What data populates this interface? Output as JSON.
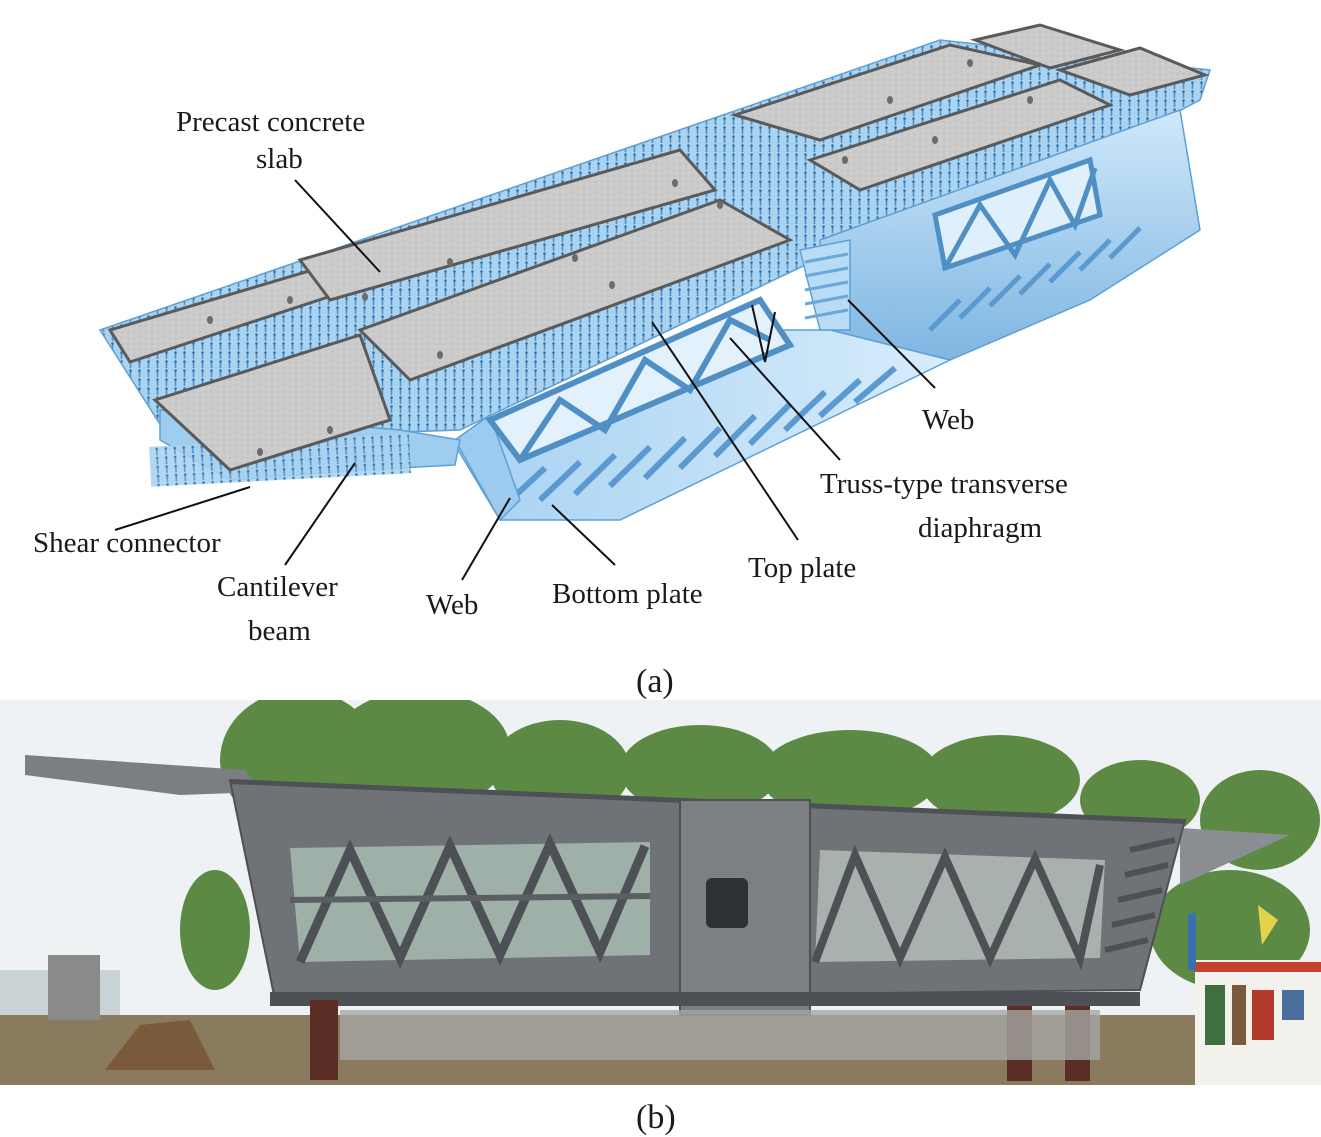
{
  "panel_a": {
    "caption": "(a)",
    "labels": {
      "precast_line1": "Precast concrete",
      "precast_line2": "slab",
      "web_right": "Web",
      "truss_line1": "Truss-type transverse",
      "truss_line2": "diaphragm",
      "shear_connector": "Shear connector",
      "cantilever_line1": "Cantilever",
      "cantilever_line2": "beam",
      "web_left": "Web",
      "bottom_plate": "Bottom plate",
      "top_plate": "Top plate"
    },
    "colors": {
      "steel_light": "#bfe0f7",
      "steel_mid": "#8fc3ea",
      "steel_dark": "#5f9fd3",
      "slab": "#c9c9c9",
      "slab_edge": "#6e6e6e"
    }
  },
  "panel_b": {
    "caption": "(b)",
    "colors": {
      "girder": "#6f7377",
      "girder_dark": "#4d5155",
      "trees": "#5c8a45",
      "sky": "#eef2f4",
      "ground": "#8a7a5e"
    }
  }
}
